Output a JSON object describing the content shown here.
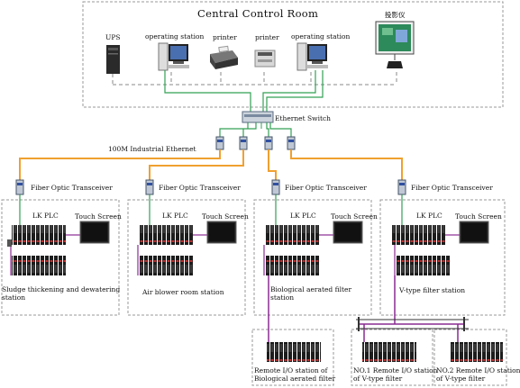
{
  "control_room": {
    "title": "Central Control Room",
    "ups": "UPS",
    "op_station_1": "operating station",
    "printer_1": "printer",
    "printer_2": "printer",
    "op_station_2": "operating station",
    "projector": "投影仪"
  },
  "network": {
    "switch": "Ethernet Switch",
    "ethernet": "100M Industrial Ethernet"
  },
  "stations": [
    {
      "transceiver": "Fiber Optic Transceiver",
      "plc": "LK PLC",
      "touch": "Touch Screen",
      "name_1": "Sludge thickening and dewatering",
      "name_2": "station"
    },
    {
      "transceiver": "Fiber Optic Transceiver",
      "plc": "LK PLC",
      "touch": "Touch Screen",
      "name_1": "Air blower room station",
      "name_2": ""
    },
    {
      "transceiver": "Fiber Optic Transceiver",
      "plc": "LK PLC",
      "touch": "Touch Screen",
      "name_1": "Biological aerated filter",
      "name_2": "station"
    },
    {
      "transceiver": "Fiber Optic Transceiver",
      "plc": "LK PLC",
      "touch": "Touch Screen",
      "name_1": "V-type filter station",
      "name_2": ""
    }
  ],
  "remote": [
    {
      "name_1": "Remote I/O station of",
      "name_2": "Biological aerated filter"
    },
    {
      "name_1": "NO.1 Remote I/O station",
      "name_2": "of V-type filter"
    },
    {
      "name_1": "NO.2 Remote I/O station",
      "name_2": "of V-type filter"
    }
  ],
  "colors": {
    "orange_line": "#f0a030",
    "green_line": "#33a055",
    "purple_line": "#8a2b92",
    "dashed_box": "#999999"
  }
}
